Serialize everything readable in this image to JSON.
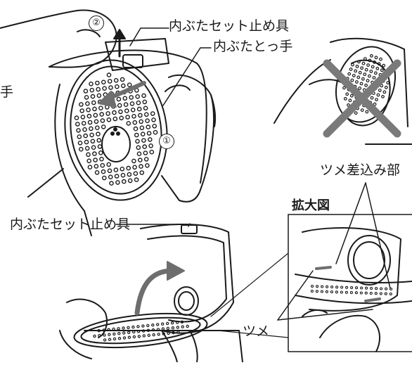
{
  "labels": {
    "inner_lid_lock_top": "内ぶたセット止め具",
    "inner_lid_handle": "内ぶたとっ手",
    "step_1": "①",
    "step_2": "②",
    "edge_fragment": "手",
    "claw_slot": "ツメ差込み部",
    "enlarged_view": "拡大図",
    "inner_lid_lock_bottom": "内ぶたセット止め具",
    "claw": "ツメ"
  },
  "colors": {
    "line": "#1a1a1a",
    "x_mark": "#7a7a7a",
    "arrow_fill": "#6e6e6e",
    "background": "#ffffff"
  },
  "icons": {
    "forbidden_mark": "x-mark-icon",
    "direction_arrow": "arrow-icon"
  }
}
